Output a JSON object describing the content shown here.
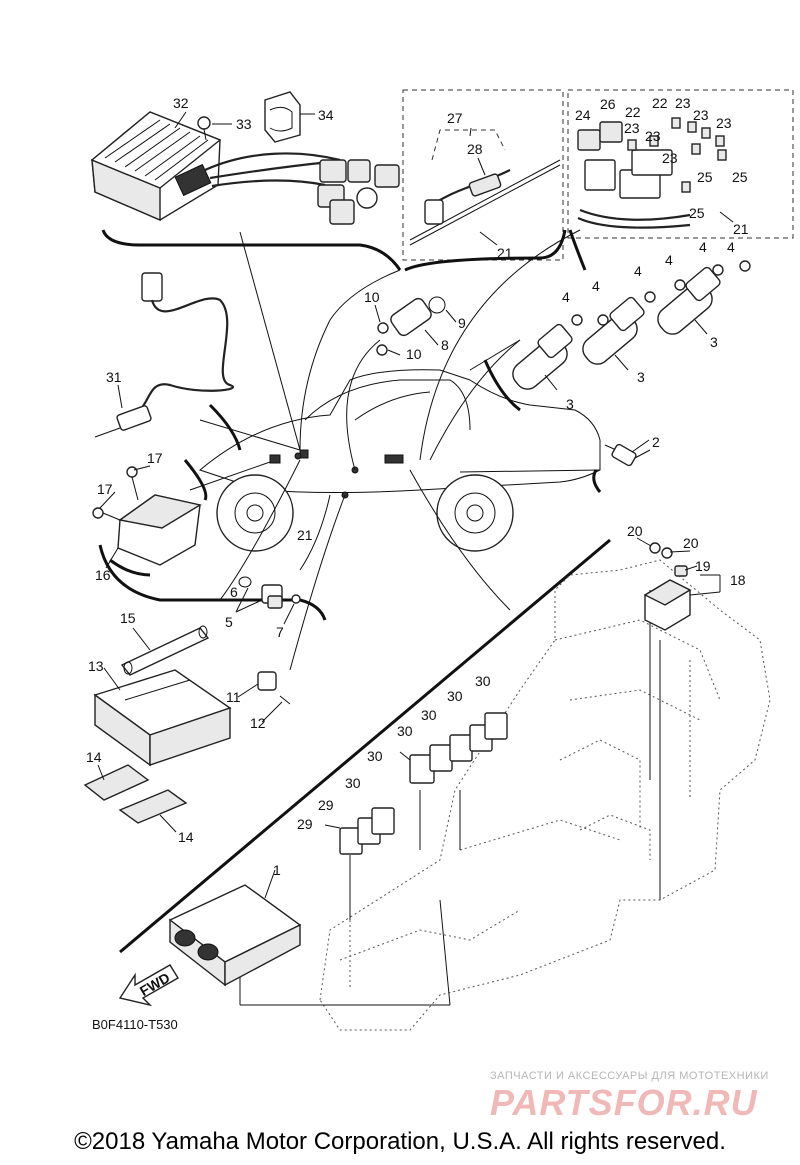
{
  "diagram": {
    "code": "B0F4110-T530",
    "fwd_label": "FWD",
    "copyright": "©2018 Yamaha Motor Corporation, U.S.A. All rights reserved.",
    "watermark": {
      "tagline": "ЗАПЧАСТИ И АКСЕССУАРЫ ДЛЯ МОТОТЕХНИКИ",
      "logo": "PARTSFOR.RU"
    },
    "callouts": [
      "1",
      "2",
      "3",
      "3",
      "3",
      "4",
      "4",
      "4",
      "4",
      "4",
      "4",
      "5",
      "6",
      "7",
      "8",
      "9",
      "10",
      "10",
      "11",
      "12",
      "13",
      "14",
      "14",
      "15",
      "16",
      "17",
      "17",
      "18",
      "19",
      "20",
      "20",
      "21",
      "21",
      "21",
      "22",
      "22",
      "23",
      "23",
      "23",
      "23",
      "23",
      "23",
      "24",
      "25",
      "25",
      "25",
      "26",
      "27",
      "28",
      "29",
      "29",
      "30",
      "30",
      "30",
      "30",
      "30",
      "30",
      "31",
      "32",
      "33",
      "34"
    ]
  }
}
